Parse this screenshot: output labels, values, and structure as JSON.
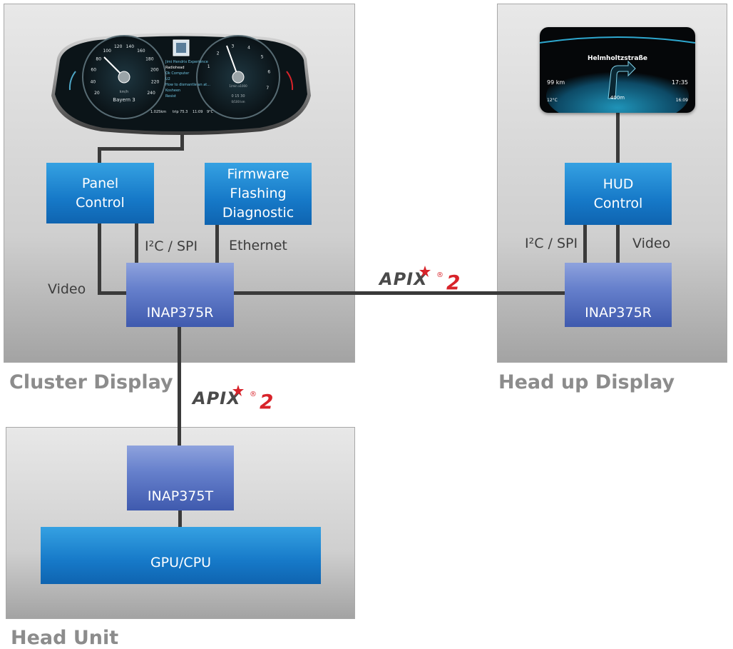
{
  "regions": {
    "cluster": "Cluster Display",
    "hud": "Head up Display",
    "head_unit": "Head Unit"
  },
  "blocks": {
    "panel_control": "Panel\nControl",
    "firmware": "Firmware\nFlashing\nDiagnostic",
    "hud_control": "HUD\nControl",
    "gpu_cpu": "GPU/CPU",
    "inap_cluster": "INAP375R",
    "inap_hud": "INAP375R",
    "inap_head": "INAP375T"
  },
  "link_labels": {
    "video_cluster": "Video",
    "i2c_spi_cluster": "I²C / SPI",
    "ethernet": "Ethernet",
    "i2c_spi_hud": "I²C / SPI",
    "video_hud": "Video"
  },
  "logo": {
    "wordmark": "APIX",
    "registered": "®",
    "version": "2",
    "star_color": "#d8232a",
    "text_color": "#4a4a4a"
  },
  "cluster_screen": {
    "speed_ticks": [
      "20",
      "40",
      "60",
      "80",
      "100",
      "120",
      "140",
      "160",
      "180",
      "200",
      "220",
      "240"
    ],
    "speed_unit": "km/h",
    "rpm_ticks": [
      "1",
      "2",
      "3",
      "4",
      "5",
      "6",
      "7"
    ],
    "rpm_unit": "1/min x1000",
    "media_lines": [
      "Jimi Hendrix Experience",
      "Radiohead",
      "Ok Computer",
      "U2",
      "How to dismantle an at...",
      "Kosheen",
      "Resist"
    ],
    "station": "Bayern 3",
    "odometer": "1.025km",
    "trip": "trip 75.3",
    "clock": "11:09",
    "temperature": "9°C",
    "range": "0  15  30",
    "range_distance": "0/100 km"
  },
  "hud_screen": {
    "street": "Helmholtzstraße",
    "speed": "99 km",
    "time": "17:35",
    "distance": "400m",
    "temperature": "12°C",
    "clock": "16:09"
  },
  "colors": {
    "accent_blue": "#1679c8",
    "chip_blue": "#5570c0",
    "line": "#3a3a3a",
    "region_text": "#8c8c8c"
  }
}
